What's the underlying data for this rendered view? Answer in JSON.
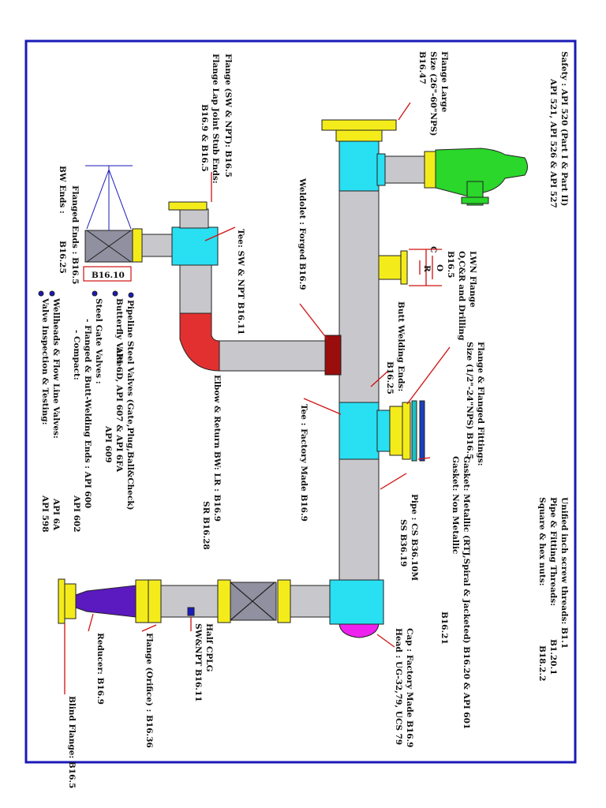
{
  "colors": {
    "border": "#1a1ab8",
    "pipe": "#c8c8cc",
    "fitting": "#29dff2",
    "flange": "#f4ec1a",
    "weldolet": "#9a0d0d",
    "valve_body": "#2ad72a",
    "cap": "#ee22ee",
    "bullet": "#1a1abf",
    "leader": "#d01010"
  },
  "labels": {
    "safety_1": "Safety : API 520 (Part I & Part II)",
    "safety_2": "API 521, API 526 & API 527",
    "flange_large_1": "Flange Large",
    "flange_large_2": "Size (26\"-60\"NPS)",
    "flange_large_3": "B16.47",
    "lwn_1": "LWN Flange",
    "lwn_2": "O,C&R and Drilling",
    "lwn_3": "B16.5",
    "bw_1": "Butt Welding Ends:",
    "bw_2": "B16.25",
    "ff_1": "Flange & Flanged Fittings:",
    "ff_2": "Size (1/2\"-24\"NPS) B16.5",
    "gasket_1": "Gasket: Metallic (RTJ,Spiral & Jacketed) B16.20 & API 601",
    "gasket_2": "Gasket: Non Metallic",
    "gasket_3": "B16.21",
    "unified_1": "Unified inch screw threads: B1.1",
    "unified_2": "Pipe & Fitting Threads:",
    "unified_2b": "B1.20.1",
    "unified_3": "Square & hex nuts:",
    "unified_3b": "B18.2.2",
    "pipe_1": "Pipe : CS B36.10M",
    "pipe_2": "SS B36.19",
    "cap_1": "Cap : Factory Made B16.9",
    "cap_2": "Head : UG-32,79, UCS 79",
    "tee_fm": "Tee : Factory Made B16.9",
    "weldolet": "Weldolet : Forged B16.9",
    "flange_sw": "Flange (SW & NPT): B16.5",
    "flange_lap_1": "Flange Lap Joint Stub Ends:",
    "flange_lap_2": "B16.9 & B16.5",
    "tee_sw": "Tee: SW & NPT B16.11",
    "elbow_1": "Elbow & Return BW: LR : B16.9",
    "elbow_2": "SR B16.28",
    "half_cplg_1": "Half CPLG",
    "half_cplg_2": "SW&NPT B16.11",
    "flange_orifice": "Flange (Orifice) : B16.36",
    "reducer": "Reducer: B16.9",
    "blind": "Blind Flange: B16.5",
    "flanged_ends": "Flanged Ends : B16.5",
    "bw_ends": "BW Ends :",
    "bw_ends_val": "B16.25",
    "b1610": "B16.10",
    "v1": "Pipeline Steel Valves (Gate,Plug,Ball&Check)",
    "v1b": "API 6D, API 607 & API 6FA",
    "v2": "Butterfly Valve :",
    "v2b": "API 609",
    "v3": "Steel Gate Valves :",
    "v3b": "- Flanged & Butt-Welding Ends : API 600",
    "v3c": "- Compact:",
    "v3d": "API 602",
    "v4": "Wellheads & Flow Line Valves:",
    "v4b": "API 6A",
    "v5": "Valve Inspection & Testing:",
    "v5b": "API 598",
    "dim_c": "C",
    "dim_o": "O",
    "dim_r": "R"
  }
}
